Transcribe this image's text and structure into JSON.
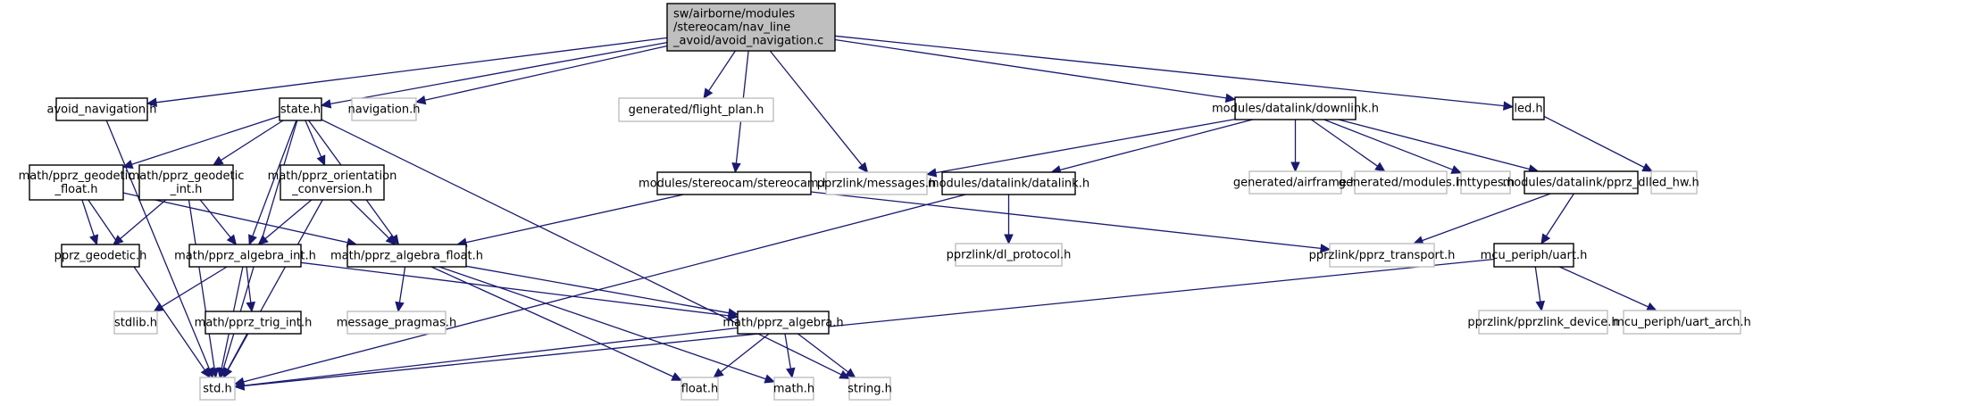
{
  "title": "Include dependency graph for avoid_navigation.c",
  "colors": {
    "edge": "#191970",
    "root_fill": "#bfbfbf",
    "ghost_border": "#bfbfbf",
    "solid_border": "#000000"
  },
  "nodes": [
    {
      "id": "root",
      "lines": [
        "sw/airborne/modules",
        "/stereocam/nav_line",
        "_avoid/avoid_navigation.c"
      ],
      "kind": "root"
    },
    {
      "id": "avoid_navigation_h",
      "lines": [
        "avoid_navigation.h"
      ],
      "kind": "solid"
    },
    {
      "id": "state_h",
      "lines": [
        "state.h"
      ],
      "kind": "solid"
    },
    {
      "id": "navigation_h",
      "lines": [
        "navigation.h"
      ],
      "kind": "ghost"
    },
    {
      "id": "flight_plan_h",
      "lines": [
        "generated/flight_plan.h"
      ],
      "kind": "ghost"
    },
    {
      "id": "downlink_h",
      "lines": [
        "modules/datalink/downlink.h"
      ],
      "kind": "solid"
    },
    {
      "id": "led_h",
      "lines": [
        "led.h"
      ],
      "kind": "solid"
    },
    {
      "id": "geodetic_float_h",
      "lines": [
        "math/pprz_geodetic",
        "_float.h"
      ],
      "kind": "solid"
    },
    {
      "id": "geodetic_int_h",
      "lines": [
        "math/pprz_geodetic",
        "_int.h"
      ],
      "kind": "solid"
    },
    {
      "id": "orientation_h",
      "lines": [
        "math/pprz_orientation",
        "_conversion.h"
      ],
      "kind": "solid"
    },
    {
      "id": "stereocam_h",
      "lines": [
        "modules/stereocam/stereocam.h"
      ],
      "kind": "solid"
    },
    {
      "id": "messages_h",
      "lines": [
        "pprzlink/messages.h"
      ],
      "kind": "ghost"
    },
    {
      "id": "datalink_h",
      "lines": [
        "modules/datalink/datalink.h"
      ],
      "kind": "solid"
    },
    {
      "id": "airframe_h",
      "lines": [
        "generated/airframe.h"
      ],
      "kind": "ghost"
    },
    {
      "id": "modules_h",
      "lines": [
        "generated/modules.h"
      ],
      "kind": "ghost"
    },
    {
      "id": "inttypes_h",
      "lines": [
        "inttypes.h"
      ],
      "kind": "ghost"
    },
    {
      "id": "pprz_dl_h",
      "lines": [
        "modules/datalink/pprz_dl.h"
      ],
      "kind": "solid"
    },
    {
      "id": "led_hw_h",
      "lines": [
        "led_hw.h"
      ],
      "kind": "ghost"
    },
    {
      "id": "pprz_geodetic_h",
      "lines": [
        "pprz_geodetic.h"
      ],
      "kind": "solid"
    },
    {
      "id": "algebra_int_h",
      "lines": [
        "math/pprz_algebra_int.h"
      ],
      "kind": "solid"
    },
    {
      "id": "algebra_float_h",
      "lines": [
        "math/pprz_algebra_float.h"
      ],
      "kind": "solid"
    },
    {
      "id": "dl_protocol_h",
      "lines": [
        "pprzlink/dl_protocol.h"
      ],
      "kind": "ghost"
    },
    {
      "id": "pprz_transport_h",
      "lines": [
        "pprzlink/pprz_transport.h"
      ],
      "kind": "ghost"
    },
    {
      "id": "uart_h",
      "lines": [
        "mcu_periph/uart.h"
      ],
      "kind": "solid"
    },
    {
      "id": "stdlib_h",
      "lines": [
        "stdlib.h"
      ],
      "kind": "ghost"
    },
    {
      "id": "trig_int_h",
      "lines": [
        "math/pprz_trig_int.h"
      ],
      "kind": "solid"
    },
    {
      "id": "message_pragmas_h",
      "lines": [
        "message_pragmas.h"
      ],
      "kind": "ghost"
    },
    {
      "id": "algebra_h",
      "lines": [
        "math/pprz_algebra.h"
      ],
      "kind": "solid"
    },
    {
      "id": "pprzlink_device_h",
      "lines": [
        "pprzlink/pprzlink_device.h"
      ],
      "kind": "ghost"
    },
    {
      "id": "uart_arch_h",
      "lines": [
        "mcu_periph/uart_arch.h"
      ],
      "kind": "ghost"
    },
    {
      "id": "std_h",
      "lines": [
        "std.h"
      ],
      "kind": "ghost"
    },
    {
      "id": "float_h",
      "lines": [
        "float.h"
      ],
      "kind": "ghost"
    },
    {
      "id": "math_h",
      "lines": [
        "math.h"
      ],
      "kind": "ghost"
    },
    {
      "id": "string_h",
      "lines": [
        "string.h"
      ],
      "kind": "ghost"
    }
  ],
  "edges": [
    [
      "root",
      "avoid_navigation_h"
    ],
    [
      "root",
      "state_h"
    ],
    [
      "root",
      "navigation_h"
    ],
    [
      "root",
      "flight_plan_h"
    ],
    [
      "root",
      "stereocam_h"
    ],
    [
      "root",
      "messages_h"
    ],
    [
      "root",
      "downlink_h"
    ],
    [
      "root",
      "led_h"
    ],
    [
      "avoid_navigation_h",
      "std_h"
    ],
    [
      "state_h",
      "geodetic_float_h"
    ],
    [
      "state_h",
      "geodetic_int_h"
    ],
    [
      "state_h",
      "orientation_h"
    ],
    [
      "state_h",
      "algebra_int_h"
    ],
    [
      "state_h",
      "algebra_float_h"
    ],
    [
      "state_h",
      "std_h"
    ],
    [
      "state_h",
      "string_h"
    ],
    [
      "geodetic_float_h",
      "pprz_geodetic_h"
    ],
    [
      "geodetic_float_h",
      "algebra_float_h"
    ],
    [
      "geodetic_float_h",
      "std_h"
    ],
    [
      "geodetic_int_h",
      "pprz_geodetic_h"
    ],
    [
      "geodetic_int_h",
      "algebra_int_h"
    ],
    [
      "geodetic_int_h",
      "std_h"
    ],
    [
      "orientation_h",
      "algebra_int_h"
    ],
    [
      "orientation_h",
      "algebra_float_h"
    ],
    [
      "orientation_h",
      "std_h"
    ],
    [
      "stereocam_h",
      "algebra_float_h"
    ],
    [
      "stereocam_h",
      "pprz_transport_h"
    ],
    [
      "algebra_int_h",
      "stdlib_h"
    ],
    [
      "algebra_int_h",
      "trig_int_h"
    ],
    [
      "algebra_int_h",
      "std_h"
    ],
    [
      "algebra_int_h",
      "algebra_h"
    ],
    [
      "trig_int_h",
      "std_h"
    ],
    [
      "algebra_float_h",
      "message_pragmas_h"
    ],
    [
      "algebra_float_h",
      "algebra_h"
    ],
    [
      "algebra_float_h",
      "float_h"
    ],
    [
      "algebra_float_h",
      "math_h"
    ],
    [
      "algebra_h",
      "std_h"
    ],
    [
      "algebra_h",
      "float_h"
    ],
    [
      "algebra_h",
      "math_h"
    ],
    [
      "algebra_h",
      "string_h"
    ],
    [
      "downlink_h",
      "messages_h"
    ],
    [
      "downlink_h",
      "datalink_h"
    ],
    [
      "downlink_h",
      "airframe_h"
    ],
    [
      "downlink_h",
      "modules_h"
    ],
    [
      "downlink_h",
      "inttypes_h"
    ],
    [
      "downlink_h",
      "pprz_dl_h"
    ],
    [
      "datalink_h",
      "dl_protocol_h"
    ],
    [
      "datalink_h",
      "std_h"
    ],
    [
      "pprz_dl_h",
      "pprz_transport_h"
    ],
    [
      "pprz_dl_h",
      "uart_h"
    ],
    [
      "uart_h",
      "pprzlink_device_h"
    ],
    [
      "uart_h",
      "uart_arch_h"
    ],
    [
      "uart_h",
      "std_h"
    ],
    [
      "led_h",
      "led_hw_h"
    ]
  ]
}
